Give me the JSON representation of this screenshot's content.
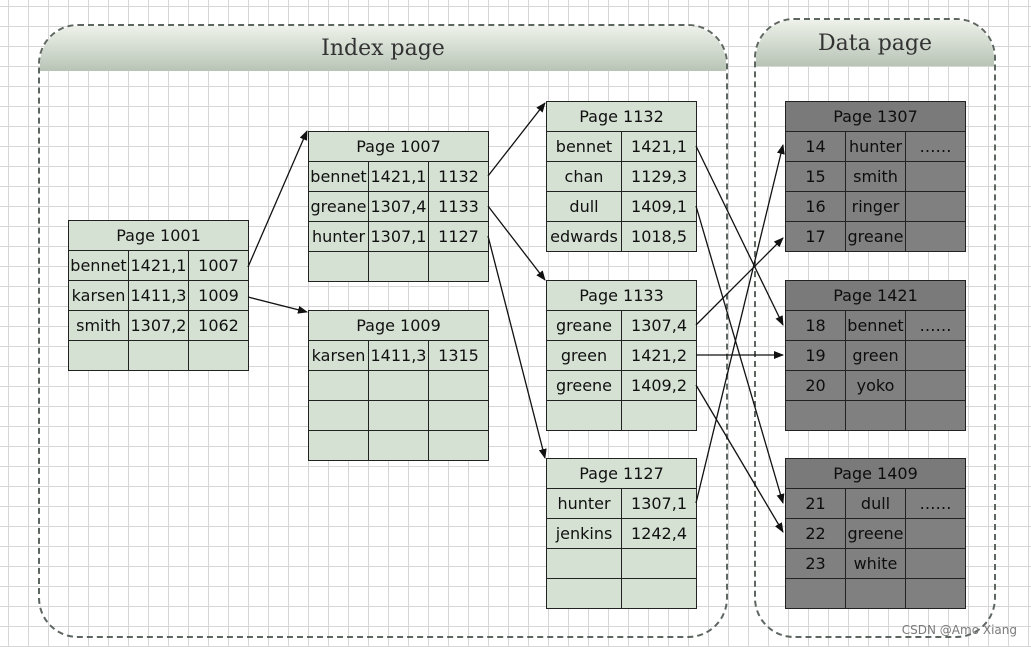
{
  "regions": {
    "index": {
      "title": "Index page"
    },
    "data": {
      "title": "Data page"
    }
  },
  "index_pages": [
    {
      "title": "Page 1001",
      "rows": [
        [
          "bennet",
          "1421,1",
          "1007"
        ],
        [
          "karsen",
          "1411,3",
          "1009"
        ],
        [
          "smith",
          "1307,2",
          "1062"
        ],
        [
          "",
          "",
          ""
        ]
      ]
    },
    {
      "title": "Page 1007",
      "rows": [
        [
          "bennet",
          "1421,1",
          "1132"
        ],
        [
          "greane",
          "1307,4",
          "1133"
        ],
        [
          "hunter",
          "1307,1",
          "1127"
        ],
        [
          "",
          "",
          ""
        ]
      ]
    },
    {
      "title": "Page 1009",
      "rows": [
        [
          "karsen",
          "1411,3",
          "1315"
        ],
        [
          "",
          "",
          ""
        ],
        [
          "",
          "",
          ""
        ],
        [
          "",
          "",
          ""
        ]
      ]
    },
    {
      "title": "Page 1132",
      "rows": [
        [
          "bennet",
          "1421,1"
        ],
        [
          "chan",
          "1129,3"
        ],
        [
          "dull",
          "1409,1"
        ],
        [
          "edwards",
          "1018,5"
        ]
      ]
    },
    {
      "title": "Page 1133",
      "rows": [
        [
          "greane",
          "1307,4"
        ],
        [
          "green",
          "1421,2"
        ],
        [
          "greene",
          "1409,2"
        ],
        [
          "",
          ""
        ]
      ]
    },
    {
      "title": "Page 1127",
      "rows": [
        [
          "hunter",
          "1307,1"
        ],
        [
          "jenkins",
          "1242,4"
        ],
        [
          "",
          ""
        ],
        [
          "",
          ""
        ]
      ]
    }
  ],
  "data_pages": [
    {
      "title": "Page 1307",
      "rows": [
        [
          "14",
          "hunter",
          "……"
        ],
        [
          "15",
          "smith",
          ""
        ],
        [
          "16",
          "ringer",
          ""
        ],
        [
          "17",
          "greane",
          ""
        ]
      ]
    },
    {
      "title": "Page 1421",
      "rows": [
        [
          "18",
          "bennet",
          "……"
        ],
        [
          "19",
          "green",
          ""
        ],
        [
          "20",
          "yoko",
          ""
        ],
        [
          "",
          "",
          ""
        ]
      ]
    },
    {
      "title": "Page 1409",
      "rows": [
        [
          "21",
          "dull",
          "……"
        ],
        [
          "22",
          "greene",
          ""
        ],
        [
          "23",
          "white",
          ""
        ],
        [
          "",
          "",
          ""
        ]
      ]
    }
  ],
  "watermark": "CSDN @Amo Xiang"
}
